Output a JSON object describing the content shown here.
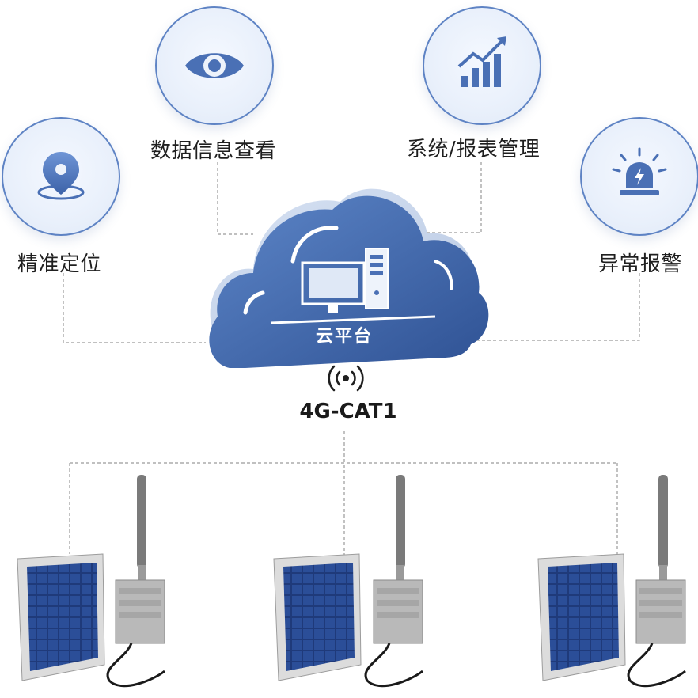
{
  "nodes": {
    "location": {
      "label": "精准定位",
      "icon": "location-pin-icon"
    },
    "data_view": {
      "label": "数据信息查看",
      "icon": "eye-icon"
    },
    "report": {
      "label": "系统/报表管理",
      "icon": "bar-chart-trend-icon"
    },
    "alarm": {
      "label": "异常报警",
      "icon": "alarm-light-icon"
    }
  },
  "platform": {
    "label": "云平台",
    "icon": "cloud-computer-icon"
  },
  "network": {
    "label": "4G-CAT1",
    "icon": "wireless-signal-icon"
  },
  "devices": [
    {
      "icon": "solar-panel-terminal"
    },
    {
      "icon": "solar-panel-terminal"
    },
    {
      "icon": "solar-panel-terminal"
    }
  ],
  "colors": {
    "accent": "#3a5f9f",
    "node_border": "#5e83c4",
    "line": "#9a9a9a"
  }
}
